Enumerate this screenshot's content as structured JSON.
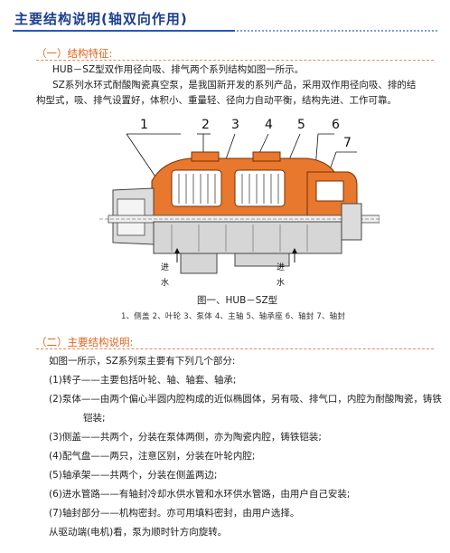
{
  "title": "主要结构说明(轴双向作用)",
  "section1": {
    "heading": "（一）结构特征:",
    "line1": "HUB－SZ型双作用径向吸、排气两个系列结构如图一所示。",
    "line2": "SZ系列水环式耐酸陶瓷真空泵，是我国新开发的系列产品，采用双作用径向吸、排的结",
    "line3": "构型式，吸、排气设置好，体积小、重量轻、径向力自动平衡，结构先进、工作可靠。"
  },
  "figure": {
    "numbers": [
      "1",
      "2",
      "3",
      "4",
      "5",
      "6",
      "7"
    ],
    "inlet_left": [
      "进",
      "水"
    ],
    "inlet_right": [
      "进",
      "水"
    ],
    "caption": "图一、HUB－SZ型",
    "legend": "1、侧盖   2、叶轮   3、泵体   4、主轴   5、轴承座   6、轴封   7、轴封"
  },
  "section2": {
    "heading": "（二）主要结构说明:",
    "intro": "如图一所示，SZ系列泵主要有下列几个部分:",
    "items": [
      "(1)转子——主要包括叶轮、轴、轴套、轴承;",
      "(2)泵体——由两个偏心半圆内腔构成的近似椭圆体，另有吸、排气口，内腔为耐酸陶瓷，铸铁",
      "铠装;",
      "(3)侧盖——共两个，分装在泵体两侧，亦为陶瓷内腔，铸铁铠装;",
      "(4)配气盘——两只，注意区别，分装在叶轮内腔;",
      "(5)轴承架——共两个，分装在侧盖两边;",
      "(6)进水管路——有轴封冷却水供水管和水环供水管路，由用户自己安装;",
      "(7)轴封部分——机构密封。亦可用填料密封，由用户选择。"
    ],
    "footer": "从驱动端(电机)看，泵为顺时针方向旋转。"
  },
  "colors": {
    "title": "#1c3f8f",
    "accent": "#e0641c",
    "pump_orange": "#e8782e"
  }
}
